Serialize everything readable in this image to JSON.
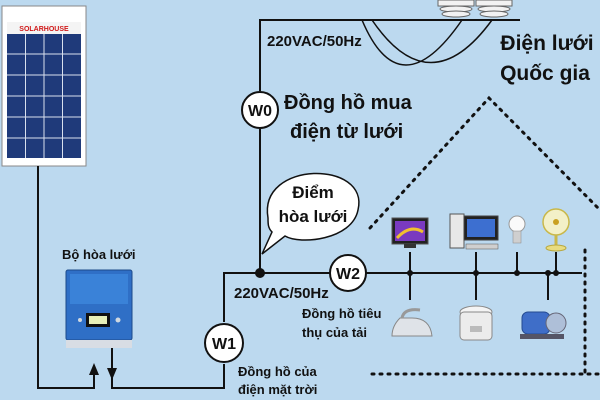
{
  "labels": {
    "voltage_top": "220VAC/50Hz",
    "grid_line1": "Điện lưới",
    "grid_line2": "Quốc gia",
    "meter_w0": "W0",
    "buy_meter_line1": "Đồng hồ mua",
    "buy_meter_line2": "điện từ lưới",
    "bubble_line1": "Điểm",
    "bubble_line2": "hòa lưới",
    "inverter": "Bộ hòa lưới",
    "voltage_mid": "220VAC/50Hz",
    "meter_w2": "W2",
    "load_meter_line1": "Đồng hồ tiêu",
    "load_meter_line2": "thụ của tải",
    "meter_w1": "W1",
    "solar_meter_line1": "Đồng hồ của",
    "solar_meter_line2": "điện mặt trời",
    "panel_brand": "SOLARHOUSE"
  },
  "icons": [
    "solar-panel-icon",
    "power-tower-icon",
    "inverter-icon",
    "tv-icon",
    "computer-icon",
    "bulb-icon",
    "fan-icon",
    "iron-icon",
    "rice-cooker-icon",
    "water-pump-icon",
    "house-outline-icon"
  ],
  "colors": {
    "background": "#bcd9ef",
    "panel": "#1f3a7a",
    "inverter": "#2f6fc6",
    "brand": "#d01818",
    "line": "#111111"
  }
}
